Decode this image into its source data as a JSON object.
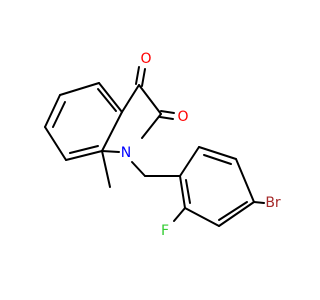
{
  "atoms": {
    "o_ketone": {
      "symbol": "O",
      "color": "#ff0000"
    },
    "o_amide": {
      "symbol": "O",
      "color": "#ff0000"
    },
    "n_ring": {
      "symbol": "N",
      "color": "#0000ff"
    },
    "br": {
      "symbol": "Br",
      "color": "#a52a2a"
    },
    "f": {
      "symbol": "F",
      "color": "#33cc33"
    }
  }
}
